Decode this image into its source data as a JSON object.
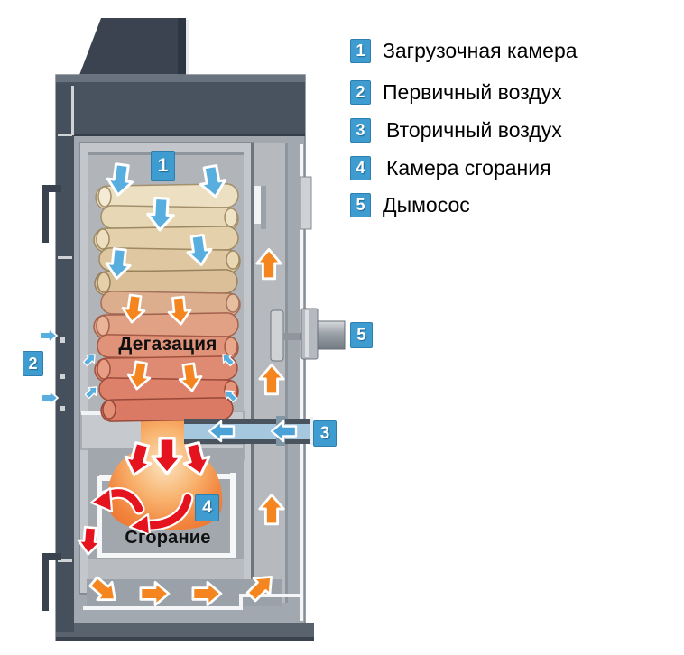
{
  "legend": {
    "items": [
      {
        "num": "1",
        "label": "Загрузочная камера"
      },
      {
        "num": "2",
        "label": "Первичный воздух"
      },
      {
        "num": "3",
        "label": "Вторичный воздух"
      },
      {
        "num": "4",
        "label": "Камера сгорания"
      },
      {
        "num": "5",
        "label": "Дымосос"
      }
    ]
  },
  "diagram": {
    "zone_labels": {
      "degassing": "Дегазация",
      "combustion": "Сгорание"
    },
    "colors": {
      "badge_blue": "#3e9cd0",
      "air_arrow_blue": "#58aede",
      "flue_arrow_orange": "#f5861f",
      "flame_arrow_red": "#e5131e",
      "boiler_body_gray": "#a2a8af",
      "top_band_dark": "#49535f",
      "flame_orange": "#f08038"
    }
  }
}
